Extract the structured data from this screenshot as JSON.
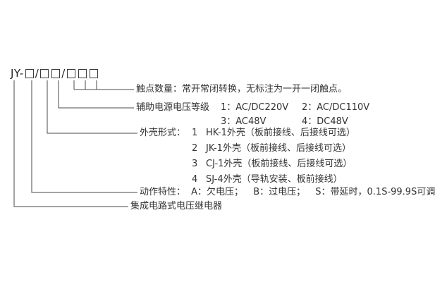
{
  "page": {
    "background": "#ffffff",
    "text_color": "#333333",
    "line_color": "#4a4a4a"
  },
  "model_code": {
    "prefix": "JY-",
    "separator": "/",
    "box_groups": [
      1,
      2,
      3
    ]
  },
  "annotations": {
    "contacts": {
      "label": "触点数量：常开常闭转换，无标注为一开一闭触点。"
    },
    "aux_voltage": {
      "label": "辅助电源电压等级",
      "options": [
        "1：AC/DC220V",
        "2：AC/DC110V",
        "3：AC48V",
        "4：DC48V"
      ]
    },
    "shell": {
      "label": "外壳形式：",
      "options": [
        {
          "num": "1",
          "text": "HK-1外壳（板前接线、后接线可选）"
        },
        {
          "num": "2",
          "text": "JK-1外壳（板前接线、后接线可选）"
        },
        {
          "num": "3",
          "text": "CJ-1外壳（板前接线、后接线可选）"
        },
        {
          "num": "4",
          "text": "SJ-4外壳（导轨安装、板前接线）"
        }
      ]
    },
    "action": {
      "label": "动作特性：",
      "options": [
        "A：欠电压；",
        "B：过电压；",
        "S：带延时，0.1S-99.9S可调"
      ]
    },
    "product": {
      "label": "集成电路式电压继电器"
    }
  }
}
